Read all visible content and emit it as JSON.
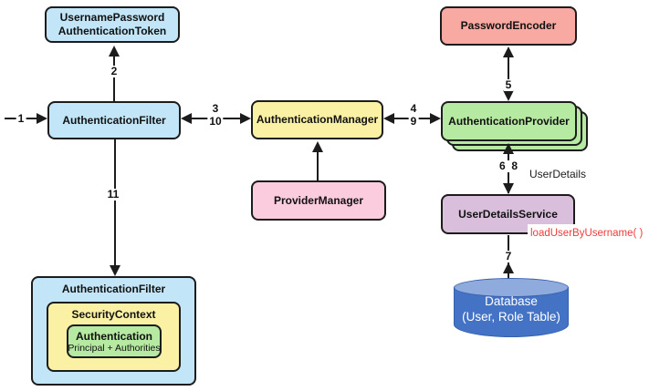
{
  "palette": {
    "node_blue": "#C2E6F8",
    "node_yellow": "#FAF1A5",
    "node_salmon": "#F8A9A1",
    "node_green": "#B6E9A1",
    "node_pink": "#FBCBDE",
    "node_purple": "#D9BFDC",
    "db_body_blue": "#4472C4",
    "db_top_blue": "#8FAADC",
    "line_black": "#1C1C1C",
    "annotation_red": "#EE3B3B"
  },
  "nodes": {
    "username_password_token": {
      "line1": "UsernamePassword",
      "line2": "AuthenticationToken"
    },
    "authentication_filter": {
      "label": "AuthenticationFilter"
    },
    "authentication_manager": {
      "label": "AuthenticationManager"
    },
    "password_encoder": {
      "label": "PasswordEncoder"
    },
    "authentication_provider": {
      "label": "AuthenticationProvider"
    },
    "provider_manager": {
      "label": "ProviderManager"
    },
    "user_details_service": {
      "label": "UserDetailsService"
    },
    "authentication_filter_bottom": {
      "label": "AuthenticationFilter"
    },
    "security_context": {
      "label": "SecurityContext"
    },
    "authentication": {
      "label": "Authentication",
      "sublabel": "Principal + Authorities"
    },
    "database": {
      "line1": "Database",
      "line2": "(User, Role Table)"
    }
  },
  "edge_labels": {
    "e1": "1",
    "e2": "2",
    "e3": "3",
    "e10": "10",
    "e4": "4",
    "e9": "9",
    "e5": "5",
    "e6_8": "6  8",
    "e7": "7",
    "e11": "11"
  },
  "annotations": {
    "user_details": "UserDetails",
    "load_user_by_username": "loadUserByUsername( )"
  }
}
